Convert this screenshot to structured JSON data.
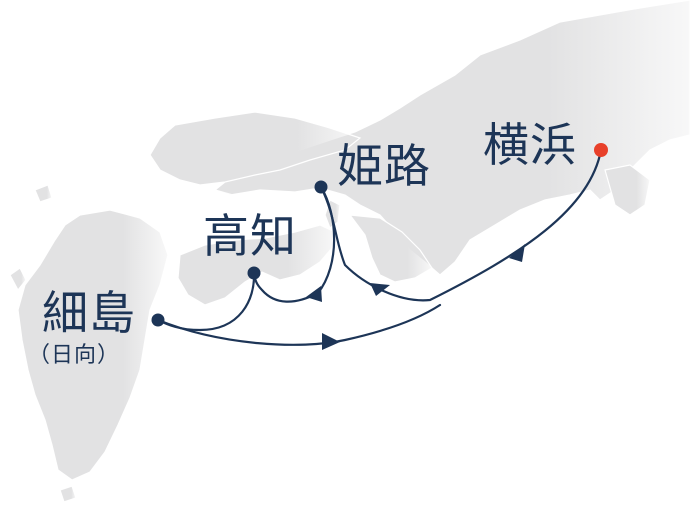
{
  "ports": {
    "yokohama": {
      "name": "横浜",
      "role": "origin"
    },
    "himeji": {
      "name": "姫路"
    },
    "kochi": {
      "name": "高知"
    },
    "hosojima": {
      "name": "細島",
      "subtitle": "（日向）"
    }
  },
  "colors": {
    "route": "#1d3557",
    "port_marker": "#1d3557",
    "origin_marker": "#e8402a",
    "land": "#e2e2e3",
    "land_shadow": "#d3d3d5",
    "label_text": "#1d3557"
  },
  "icons": {
    "origin": "red-dot-icon",
    "port": "navy-dot-icon",
    "direction": "arrowhead-icon"
  }
}
